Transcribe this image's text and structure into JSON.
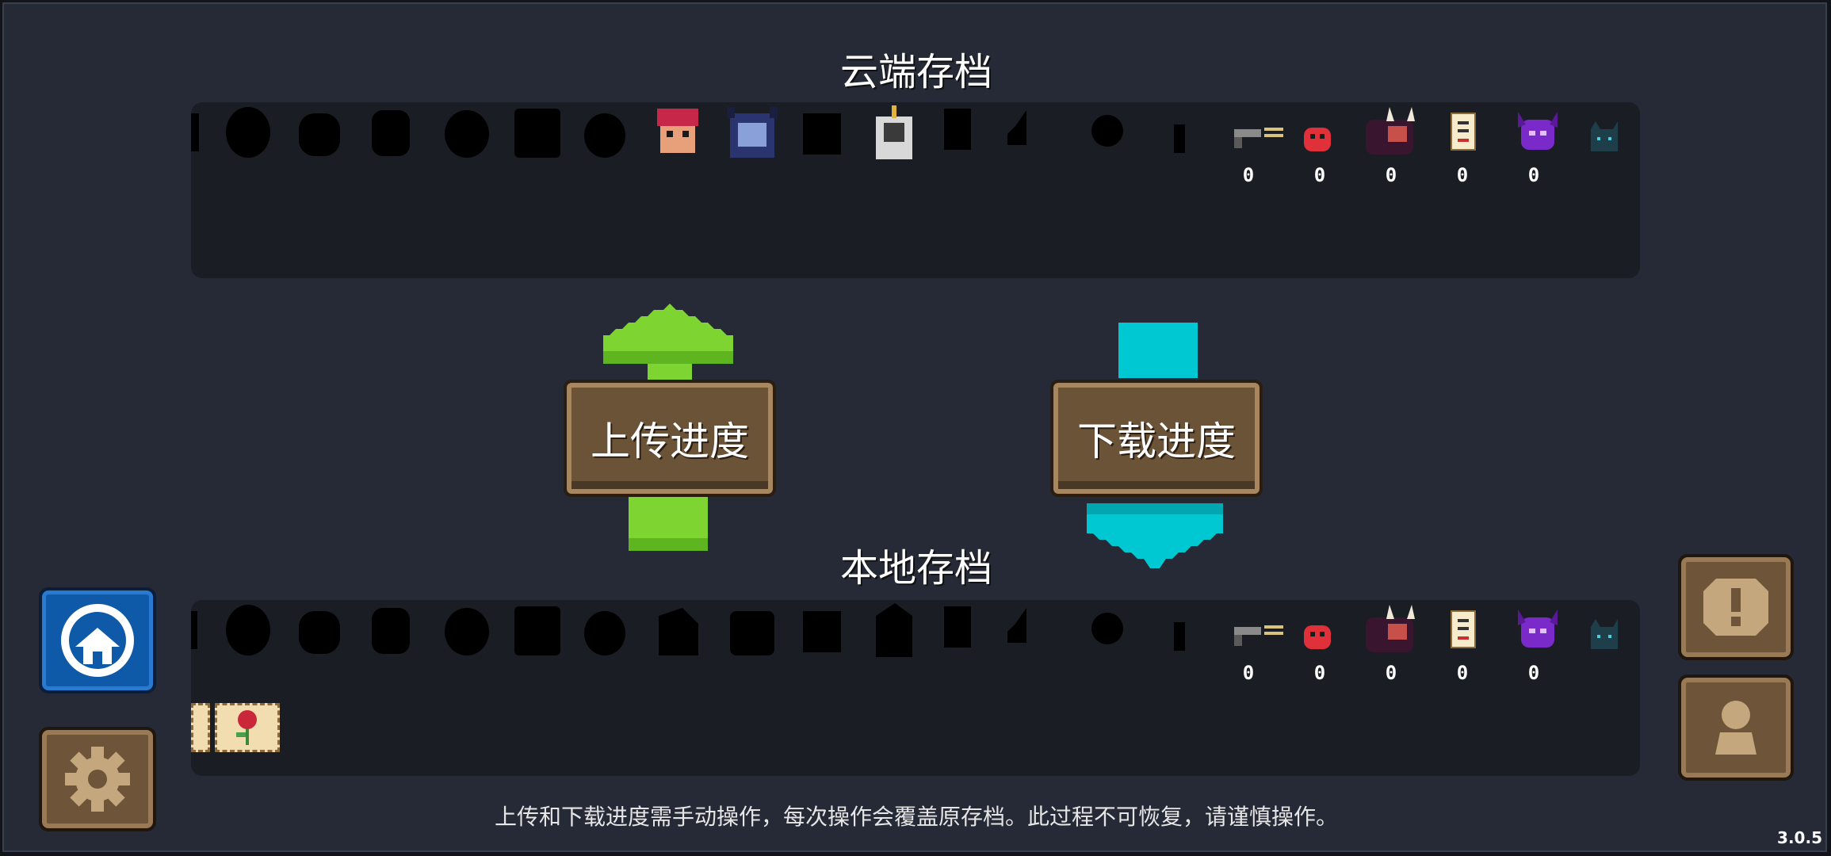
{
  "cloud": {
    "title": "云端存档",
    "counts": [
      "0",
      "0",
      "0",
      "0",
      "0"
    ]
  },
  "local": {
    "title": "本地存档",
    "counts": [
      "0",
      "0",
      "0",
      "0",
      "0"
    ]
  },
  "buttons": {
    "upload": "上传进度",
    "download": "下载进度"
  },
  "notice": "上传和下载进度需手动操作，每次操作会覆盖原存档。此过程不可恢复，请谨慎操作。",
  "version": "3.0.5",
  "colors": {
    "upload_arrow": "#7ed531",
    "download_arrow": "#00c8d2",
    "wood": "#6b5337",
    "panel": "#1b1d25",
    "background": "#262a37"
  },
  "icons": {
    "item_slots": [
      "pistol-icon",
      "red-ghost-icon",
      "demon-boss-icon",
      "card-icon",
      "purple-demon-icon",
      "cat-icon"
    ],
    "side_buttons": [
      "cloud-service-logo-icon",
      "gear-icon",
      "alert-icon",
      "person-icon"
    ]
  }
}
